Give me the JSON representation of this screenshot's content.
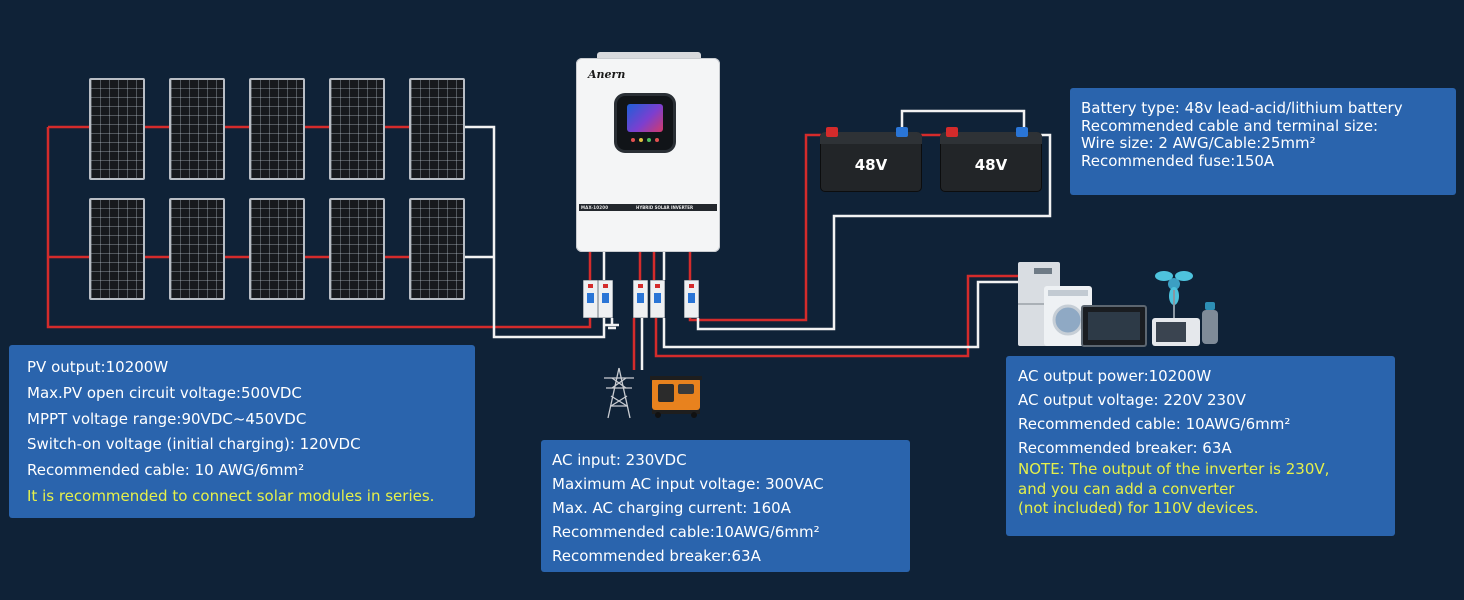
{
  "inverter": {
    "brand": "Anern",
    "model": "MAX-10200",
    "type_label": "HYBRID SOLAR INVERTER"
  },
  "batteries": [
    {
      "label": "48V"
    },
    {
      "label": "48V"
    }
  ],
  "battery_info": {
    "lines": [
      "Battery type: 48v lead-acid/lithium battery",
      "Recommended cable and terminal size:",
      "Wire size: 2 AWG/Cable:25mm²",
      "Recommended fuse:150A"
    ]
  },
  "pv_info": {
    "lines": [
      "PV output:10200W",
      "Max.PV open circuit voltage:500VDC",
      "MPPT voltage range:90VDC~450VDC",
      "Switch-on voltage (initial charging): 120VDC",
      "Recommended cable: 10 AWG/6mm²"
    ],
    "note": "It is recommended to connect solar modules in series."
  },
  "ac_input_info": {
    "lines": [
      "AC input: 230VDC",
      "Maximum AC input voltage: 300VAC",
      "Max. AC charging current: 160A",
      "Recommended cable:10AWG/6mm²",
      "Recommended breaker:63A"
    ]
  },
  "ac_output_info": {
    "lines": [
      "AC output power:10200W",
      "AC output voltage: 220V 230V",
      "Recommended cable: 10AWG/6mm²",
      "Recommended breaker: 63A"
    ],
    "note_lines": [
      "NOTE: The output of the inverter is 230V,",
      "and you can add a converter",
      "(not included) for 110V devices."
    ]
  },
  "colors": {
    "background": "#0f2237",
    "box": "#2a64ad",
    "note": "#e6f04a",
    "wire_positive": "#d42b2b",
    "wire_negative": "#f2f2f2"
  }
}
